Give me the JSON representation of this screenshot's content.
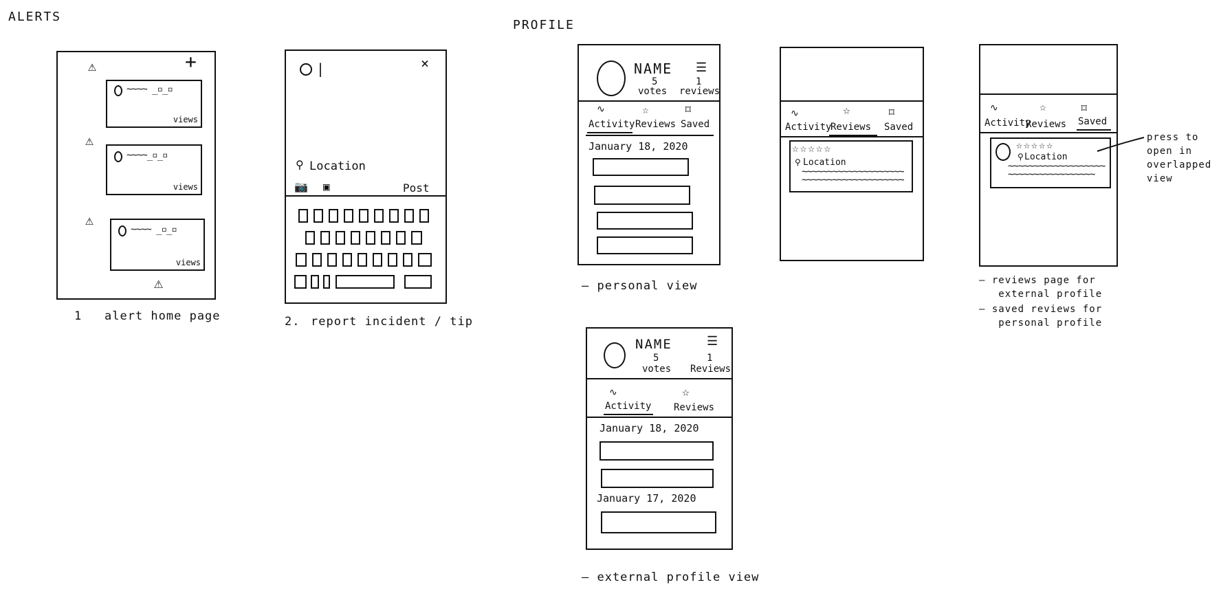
{
  "sections": {
    "alerts": "ALERTS",
    "profile": "PROFILE"
  },
  "alerts_page": {
    "add": "+",
    "cards": [
      {
        "views": "views"
      },
      {
        "views": "views"
      },
      {
        "views": "views"
      }
    ],
    "caption_num": "1",
    "caption": "alert home page"
  },
  "report_page": {
    "close": "×",
    "location": "Location",
    "post": "Post",
    "caption_num": "2.",
    "caption": "report incident / tip"
  },
  "profile_personal": {
    "name": "NAME",
    "menu": "☰",
    "votes_count": "5",
    "votes": "votes",
    "reviews_count": "1",
    "reviews": "reviews",
    "tabs": [
      "Activity",
      "Reviews",
      "Saved"
    ],
    "date": "January 18, 2020",
    "caption": "— personal view"
  },
  "profile_reviews": {
    "tabs": [
      "Activity",
      "Reviews",
      "Saved"
    ],
    "stars": "☆☆☆☆☆",
    "location": "Location"
  },
  "profile_saved": {
    "tabs": [
      "Activity",
      "Reviews",
      "Saved"
    ],
    "stars": "☆☆☆☆☆",
    "location": "Location",
    "note": "press to\nopen in\noverlapped\nview",
    "caption_1": "— reviews page for\n   external profile",
    "caption_2": "— saved reviews for\n   personal profile"
  },
  "profile_external": {
    "name": "NAME",
    "menu": "☰",
    "votes_count": "5",
    "votes": "votes",
    "reviews_count": "1",
    "reviews": "Reviews",
    "tabs": [
      "Activity",
      "Reviews"
    ],
    "date_1": "January 18, 2020",
    "date_2": "January 17, 2020",
    "caption": "— external profile view"
  }
}
